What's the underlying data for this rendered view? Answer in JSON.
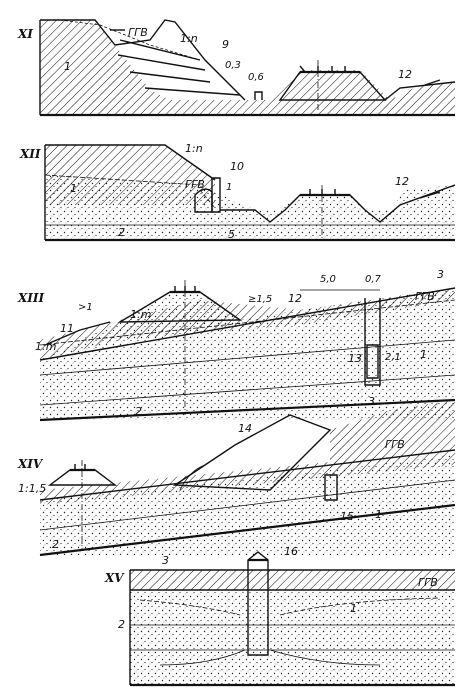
{
  "figures": [
    {
      "id": "XI",
      "callouts": [
        "1",
        "9",
        "12"
      ],
      "gwl": "ГГВ",
      "slope": "1:n",
      "dims": [
        "0,3",
        "0,6"
      ]
    },
    {
      "id": "XII",
      "callouts": [
        "1",
        "2",
        "5",
        "10",
        "12"
      ],
      "gwl": "ГГВ",
      "slope": "1:n",
      "dims": [
        "1"
      ]
    },
    {
      "id": "XIII",
      "callouts": [
        "1",
        "2",
        "3",
        "11",
        "12",
        "13"
      ],
      "gwl": "ГГВ",
      "slopes": [
        "1:m",
        "1:m"
      ],
      "dims": [
        ">1",
        "≥1,5",
        "5,0",
        "0,7",
        "2,1"
      ]
    },
    {
      "id": "XIV",
      "callouts": [
        "1",
        "2",
        "3",
        "14",
        "15"
      ],
      "gwl": "ГГВ",
      "slope": "1:1,5"
    },
    {
      "id": "XV",
      "callouts": [
        "1",
        "2",
        "3",
        "16"
      ],
      "gwl": "ГГВ"
    }
  ]
}
